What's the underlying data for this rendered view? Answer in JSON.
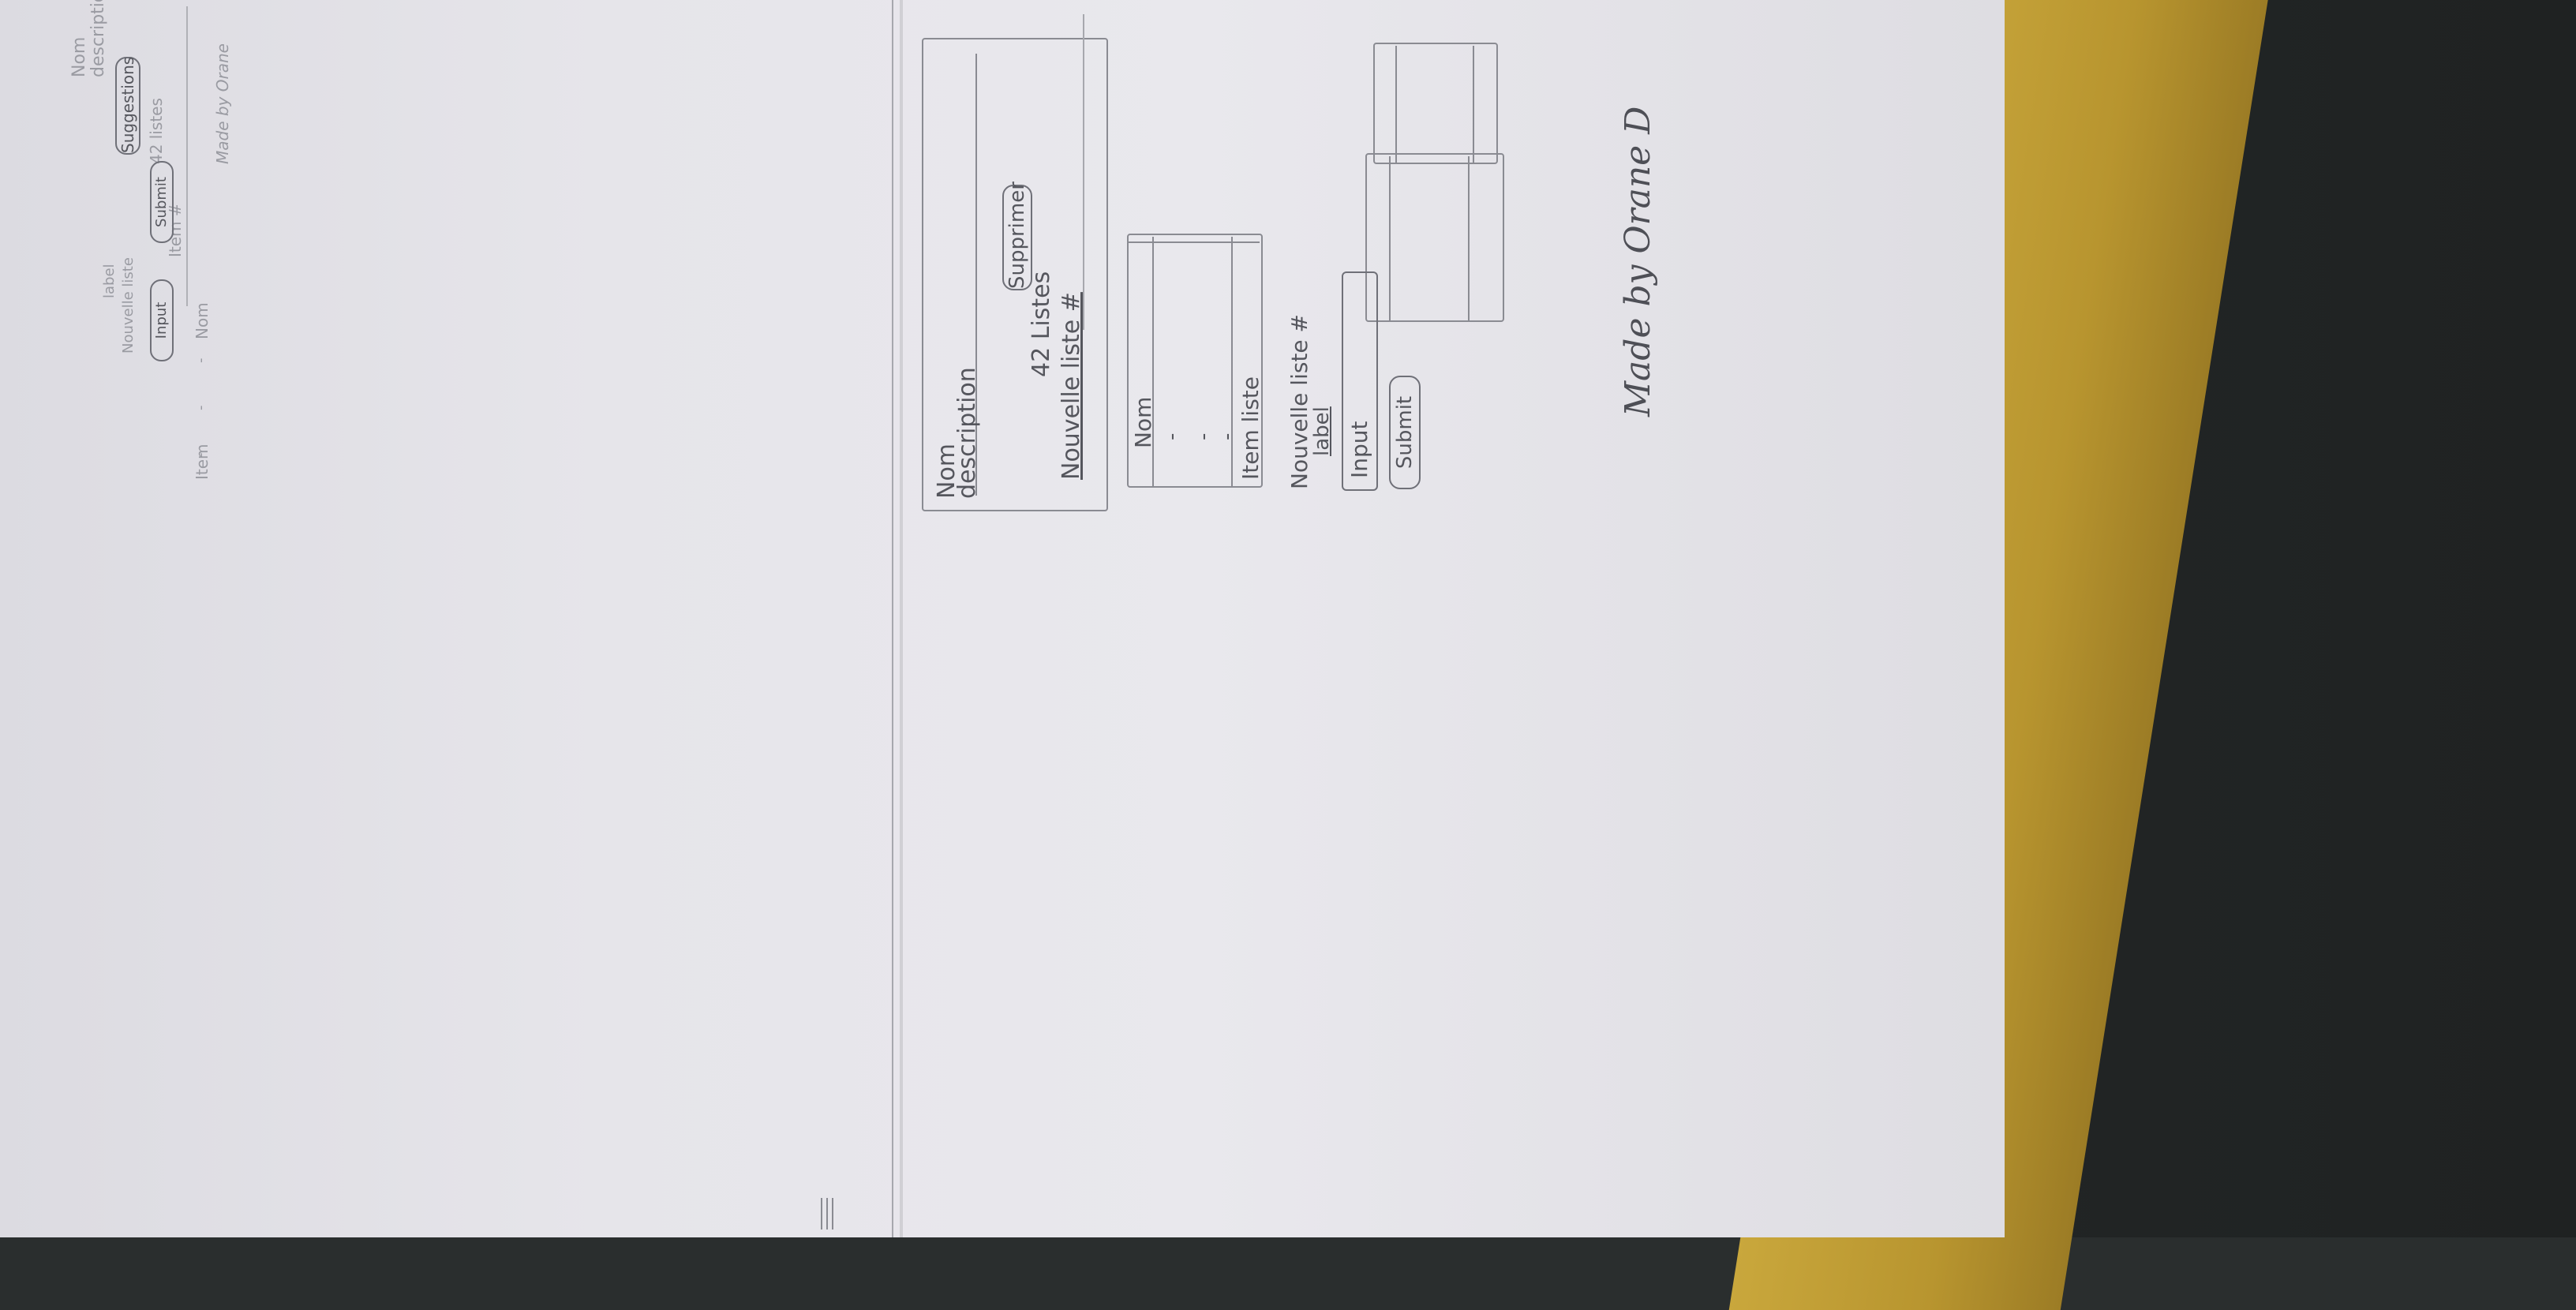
{
  "sketch": {
    "top": {
      "nom": "Nom",
      "description": "description",
      "suggestions_button": "Suggestions",
      "lists_count": "42 listes",
      "item_label": "Item #",
      "nom_header": "Nom",
      "dash_items": [
        "-",
        "-",
        "-"
      ],
      "item_header": "Item",
      "new_list_label": "Nouvelle liste",
      "label": "label",
      "input": "Input",
      "submit": "Submit",
      "made_by": "Made by Orane"
    },
    "main": {
      "nom": "Nom",
      "description": "description",
      "delete_button": "Supprimer",
      "lists_count": "42 Listes",
      "new_list_link": "Nouvelle liste #",
      "table1_header": "Nom",
      "table1_rows": [
        "-",
        "-",
        "-"
      ],
      "table1_footer": "Item liste",
      "new_list_label": "Nouvelle liste #",
      "label": "label",
      "input_placeholder": "Input",
      "submit": "Submit",
      "made_by": "Made by Orane D"
    }
  }
}
